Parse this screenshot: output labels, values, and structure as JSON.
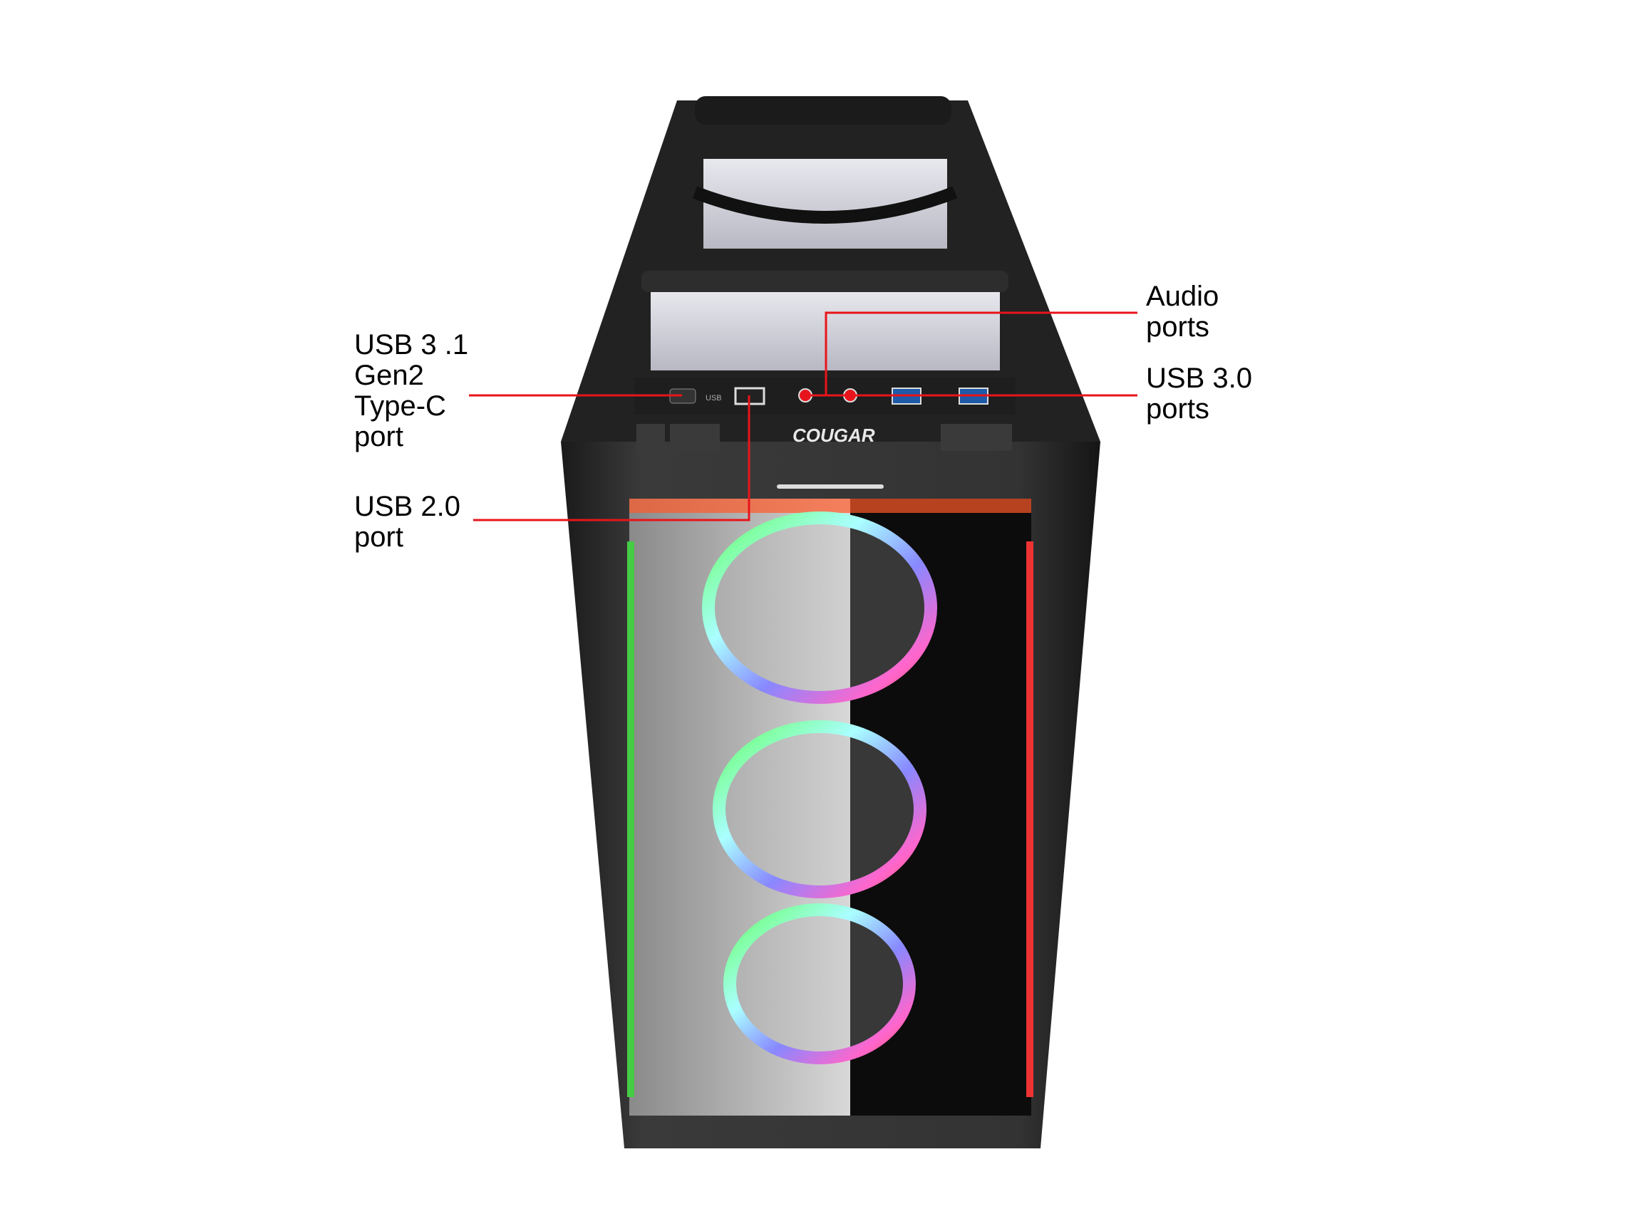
{
  "brand": "COUGAR",
  "io_panel": {
    "usb_marking": "USB"
  },
  "callouts": {
    "type_c": "USB 3 .1\nGen2\nType-C\nport",
    "usb2": "USB 2.0\nport",
    "audio": "Audio\nports",
    "usb3": "USB 3.0\nports"
  },
  "colors": {
    "callout_line": "#e8141b",
    "case_body": "#2a2a2a"
  }
}
